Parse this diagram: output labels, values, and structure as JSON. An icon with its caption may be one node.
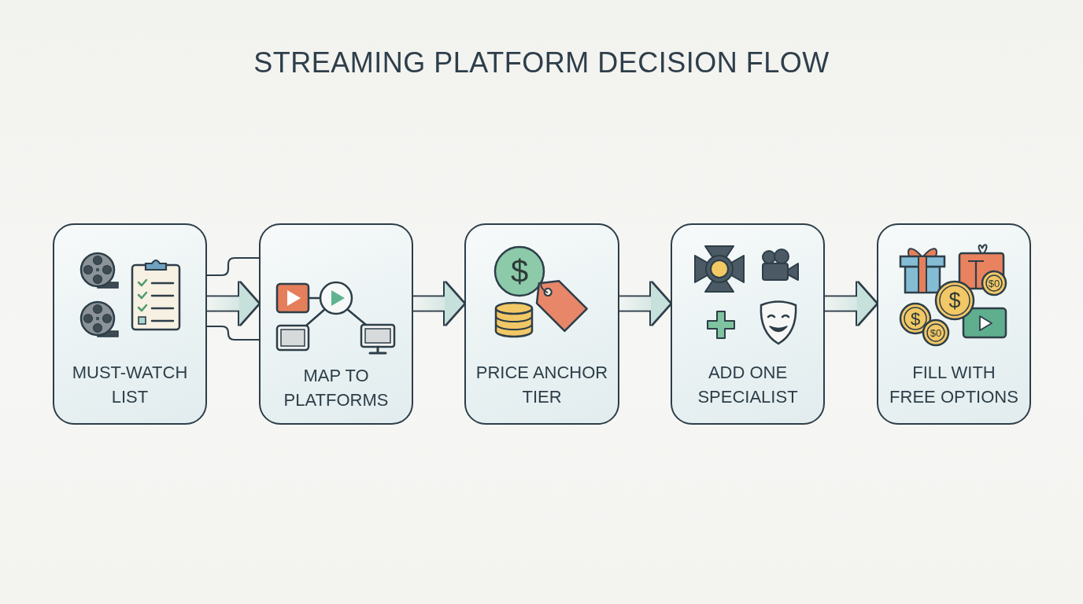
{
  "diagram": {
    "title": "STREAMING PLATFORM DECISION FLOW",
    "nodes": [
      {
        "text": [
          "MUST-WATCH LIST"
        ]
      },
      {
        "text": [
          "MAP TO PLATFORMS"
        ]
      },
      {
        "text": [
          "PRICE ANCHOR TIER"
        ]
      },
      {
        "text": [
          "ADD ONE SPECIALIST"
        ]
      },
      {
        "text": [
          "FILL WITH FREE OPTIONS"
        ]
      }
    ],
    "edges": [
      {
        "from": 0,
        "to": 1,
        "arrow": "to",
        "style": "thick"
      },
      {
        "from": 0,
        "to": 1,
        "arrow": "none"
      },
      {
        "from": 0,
        "to": 1,
        "arrow": "none"
      },
      {
        "from": 1,
        "to": 2,
        "arrow": "to",
        "style": "thick"
      },
      {
        "from": 2,
        "to": 3,
        "arrow": "to",
        "style": "thick"
      },
      {
        "from": 3,
        "to": 4,
        "arrow": "to",
        "style": "thick"
      }
    ],
    "labels": [
      "$",
      "$0",
      "$",
      "$",
      "$0"
    ]
  }
}
